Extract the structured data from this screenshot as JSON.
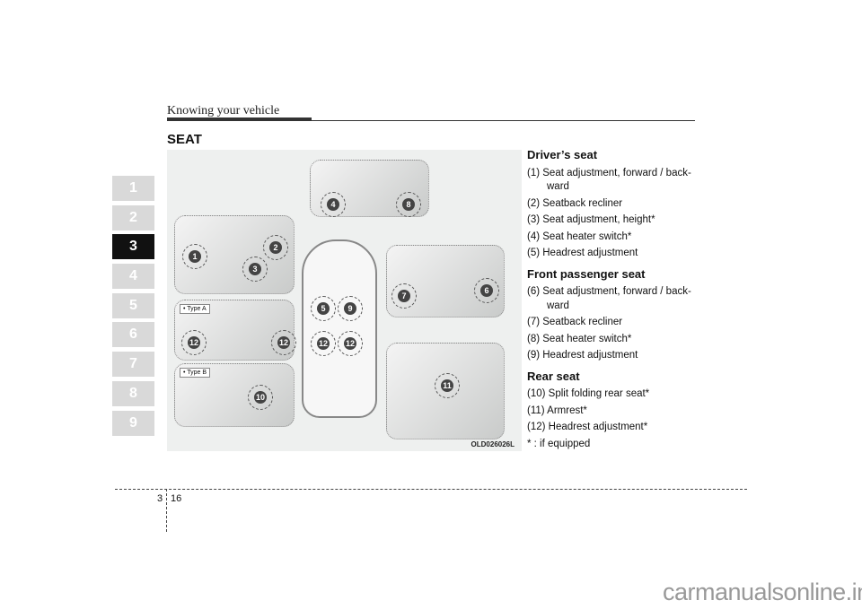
{
  "header": {
    "section": "Knowing your vehicle",
    "title": "SEAT"
  },
  "chapter_tabs": [
    "1",
    "2",
    "3",
    "4",
    "5",
    "6",
    "7",
    "8",
    "9"
  ],
  "active_tab": "3",
  "figure": {
    "code": "OLD026026L",
    "type_a": "• Type A",
    "type_b": "• Type B",
    "callouts": [
      "1",
      "2",
      "3",
      "4",
      "5",
      "6",
      "7",
      "8",
      "9",
      "10",
      "11",
      "12"
    ]
  },
  "content": {
    "drivers_heading": "Driver’s seat",
    "drivers": [
      "(1) Seat adjustment, forward / back-ward",
      "(2) Seatback recliner",
      "(3) Seat adjustment, height*",
      "(4) Seat heater switch*",
      "(5) Headrest adjustment"
    ],
    "passenger_heading": "Front passenger seat",
    "passenger": [
      "(6) Seat adjustment, forward / back-ward",
      "(7) Seatback recliner",
      "(8) Seat heater switch*",
      "(9) Headrest adjustment"
    ],
    "rear_heading": "Rear seat",
    "rear": [
      "(10) Split folding rear seat*",
      "(11) Armrest*",
      "(12) Headrest adjustment*"
    ],
    "note": "* : if equipped"
  },
  "footer": {
    "chapter": "3",
    "page": "16"
  },
  "watermark": "carmanualsonline.info"
}
